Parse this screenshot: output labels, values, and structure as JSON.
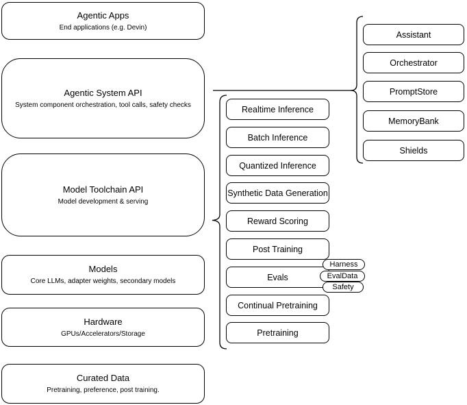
{
  "diagram": {
    "left_stack": [
      {
        "title": "Agentic Apps",
        "subtitle": "End applications (e.g. Devin)"
      },
      {
        "title": "Agentic System API",
        "subtitle": "System component orchestration, tool calls, safety checks"
      },
      {
        "title": "Model Toolchain API",
        "subtitle": "Model development & serving"
      },
      {
        "title": "Models",
        "subtitle": "Core LLMs, adapter weights, secondary models"
      },
      {
        "title": "Hardware",
        "subtitle": "GPUs/Accelerators/Storage"
      },
      {
        "title": "Curated Data",
        "subtitle": "Pretraining, preference, post training."
      }
    ],
    "toolchain_components": [
      "Realtime Inference",
      "Batch Inference",
      "Quantized Inference",
      "Synthetic Data Generation",
      "Reward Scoring",
      "Post Training",
      "Evals",
      "Continual Pretraining",
      "Pretraining"
    ],
    "eval_tags": [
      "Harness",
      "EvalData",
      "Safety"
    ],
    "system_components": [
      "Assistant",
      "Orchestrator",
      "PromptStore",
      "MemoryBank",
      "Shields"
    ],
    "colors": {
      "stroke": "#000000",
      "fill": "#ffffff",
      "background": "#ffffff"
    }
  }
}
